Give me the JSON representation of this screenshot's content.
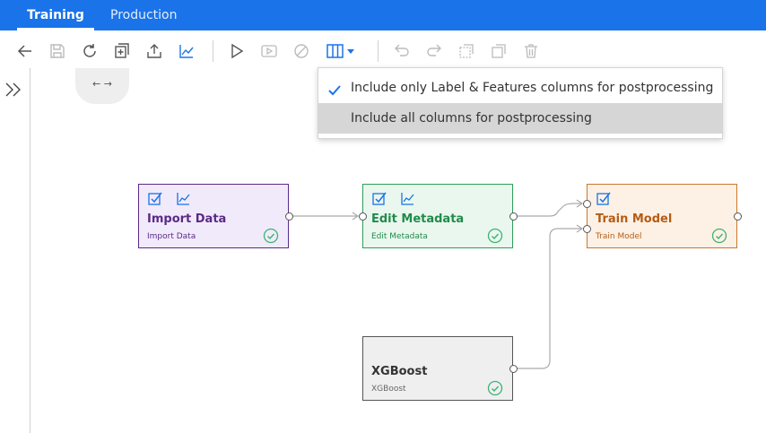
{
  "tabs": [
    {
      "label": "Training",
      "active": true
    },
    {
      "label": "Production",
      "active": false
    }
  ],
  "nav_pill": {
    "text": "← →"
  },
  "dropdown": {
    "items": [
      {
        "label": "Include only Label & Features columns for postprocessing",
        "checked": true,
        "highlighted": false
      },
      {
        "label": "Include all columns for postprocessing",
        "checked": false,
        "highlighted": true
      }
    ]
  },
  "nodes": [
    {
      "title": "Import Data",
      "subtitle": "Import Data",
      "status": "completed",
      "color": "#5b2a86",
      "bg": "#f1eafb",
      "border": "#5b2a86"
    },
    {
      "title": "Edit Metadata",
      "subtitle": "Edit Metadata",
      "status": "completed",
      "color": "#1f8c4a",
      "bg": "#eaf7ef",
      "border": "#2e9e5b"
    },
    {
      "title": "Train Model",
      "subtitle": "Train Model",
      "status": "completed",
      "color": "#b55c14",
      "bg": "#fdf1e5",
      "border": "#c8782c"
    },
    {
      "title": "XGBoost",
      "subtitle": "XGBoost",
      "status": "completed",
      "color": "#333333",
      "bg": "#efefef",
      "border": "#555555"
    }
  ],
  "colors": {
    "accent": "#1a73e8",
    "success": "#3cb371",
    "icon_blue": "#1a73e8"
  }
}
